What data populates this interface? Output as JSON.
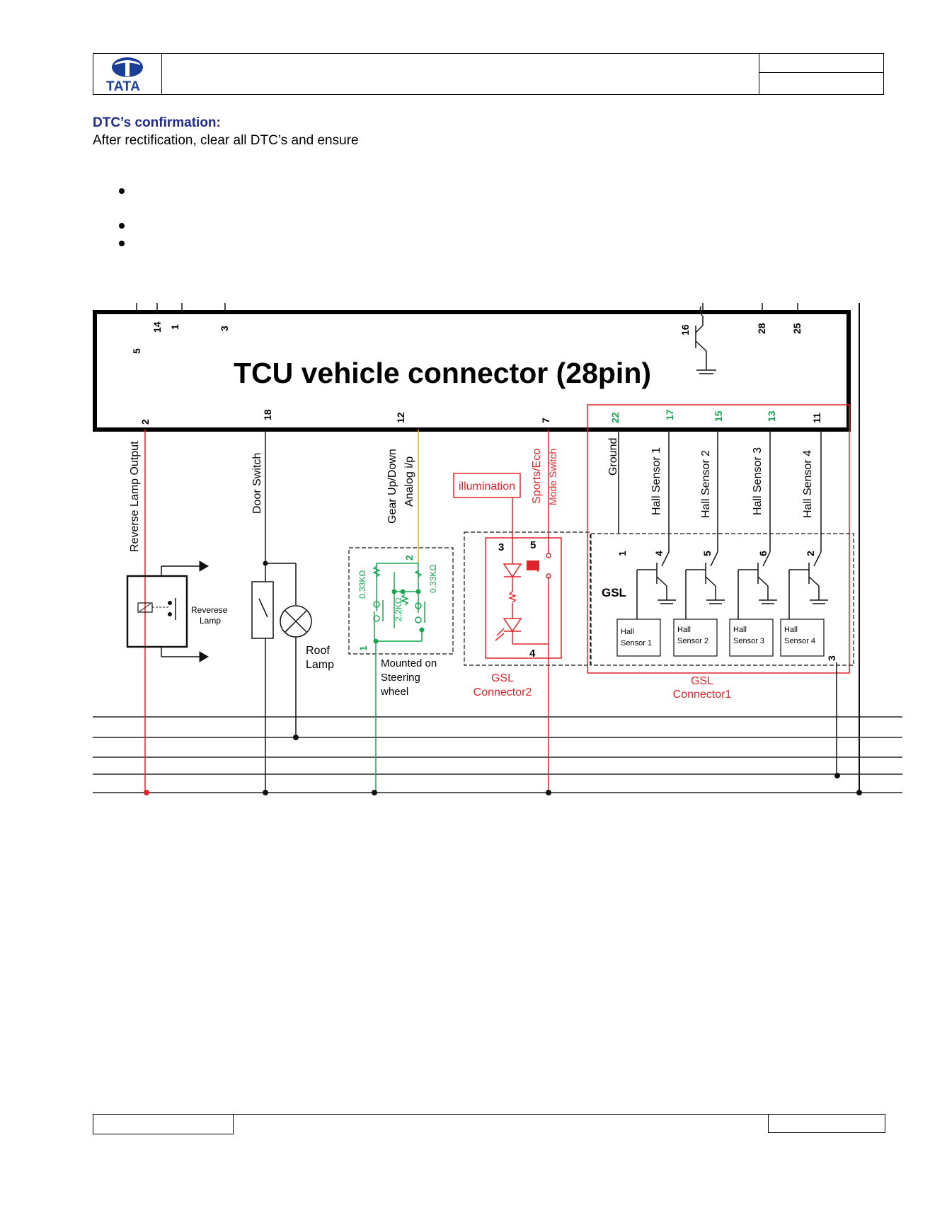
{
  "header": {
    "logo_text": "TATA"
  },
  "section": {
    "heading": "DTC’s confirmation:",
    "text": "After rectification, clear all DTC’s and ensure"
  },
  "diagram": {
    "title": "TCU  vehicle connector (28pin)",
    "top_pins": [
      "5",
      "14",
      "1",
      "3",
      "16",
      "28",
      "25"
    ],
    "bottom_pins": [
      "2",
      "18",
      "12",
      "7",
      "22",
      "17",
      "15",
      "13",
      "11"
    ],
    "signals": [
      "Reverse Lamp Output",
      "Door Switch",
      "Gear  Up/Down",
      "Analog i/p",
      "Sports/Eco",
      "Mode Switch",
      "Ground",
      "Hall Sensor 1",
      "Hall Sensor 2",
      "Hall Sensor 3",
      "Hall Sensor 4"
    ],
    "reverse_lamp": {
      "label_line1": "Reverese",
      "label_line2": "Lamp"
    },
    "roof_lamp": {
      "label_line1": "Roof",
      "label_line2": "Lamp"
    },
    "steering": {
      "r1": "0.33KΩ",
      "r2": "2.2KΩ",
      "r3": "0.33KΩ",
      "pin_a": "1",
      "pin_b": "2",
      "caption_line1": "Mounted on",
      "caption_line2": "Steering",
      "caption_line3": "wheel"
    },
    "illumination_label": "illumination",
    "gsl_conn2": {
      "pins": [
        "3",
        "5",
        "4"
      ],
      "label_line1": "GSL",
      "label_line2": "Connector2"
    },
    "gsl_conn1": {
      "gsl_label": "GSL",
      "pins": [
        "1",
        "4",
        "5",
        "6",
        "2",
        "3"
      ],
      "sensor_word": "Hall",
      "sensors": [
        "Sensor 1",
        "Sensor 2",
        "Sensor 3",
        "Sensor 4"
      ],
      "label_line1": "GSL",
      "label_line2": "Connector1"
    },
    "colors": {
      "red": "#e0242b",
      "green": "#1aa551",
      "yellow": "#e8b400",
      "black": "#111111"
    }
  }
}
